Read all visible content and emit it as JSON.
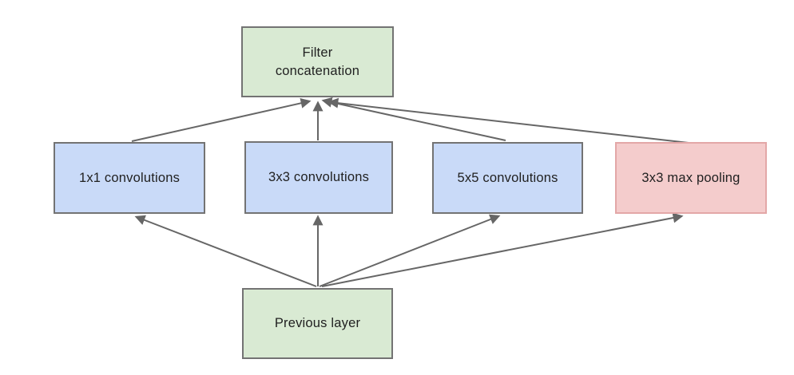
{
  "diagram": {
    "type": "inception-module-flow-diagram",
    "nodes": {
      "filter_concat": {
        "label": "Filter\nconcatenation",
        "fill": "#d9ead3"
      },
      "conv1x1": {
        "label": "1x1 convolutions",
        "fill": "#c9daf8"
      },
      "conv3x3": {
        "label": "3x3 convolutions",
        "fill": "#c9daf8"
      },
      "conv5x5": {
        "label": "5x5 convolutions",
        "fill": "#c9daf8"
      },
      "maxpool": {
        "label": "3x3 max pooling",
        "fill": "#f4cccc"
      },
      "previous": {
        "label": "Previous layer",
        "fill": "#d9ead3"
      }
    },
    "edges": [
      {
        "from": "previous",
        "to": "conv1x1"
      },
      {
        "from": "previous",
        "to": "conv3x3"
      },
      {
        "from": "previous",
        "to": "conv5x5"
      },
      {
        "from": "previous",
        "to": "maxpool"
      },
      {
        "from": "conv1x1",
        "to": "filter_concat"
      },
      {
        "from": "conv3x3",
        "to": "filter_concat"
      },
      {
        "from": "conv5x5",
        "to": "filter_concat"
      },
      {
        "from": "maxpool",
        "to": "filter_concat"
      }
    ],
    "colors": {
      "green_fill": "#d9ead3",
      "blue_fill": "#c9daf8",
      "pink_fill": "#f4cccc",
      "gray_border": "#737373",
      "pink_border": "#e3a7a7",
      "arrow_gray": "#666666",
      "text_color": "#212121",
      "canvas_bg": "#ffffff"
    }
  }
}
